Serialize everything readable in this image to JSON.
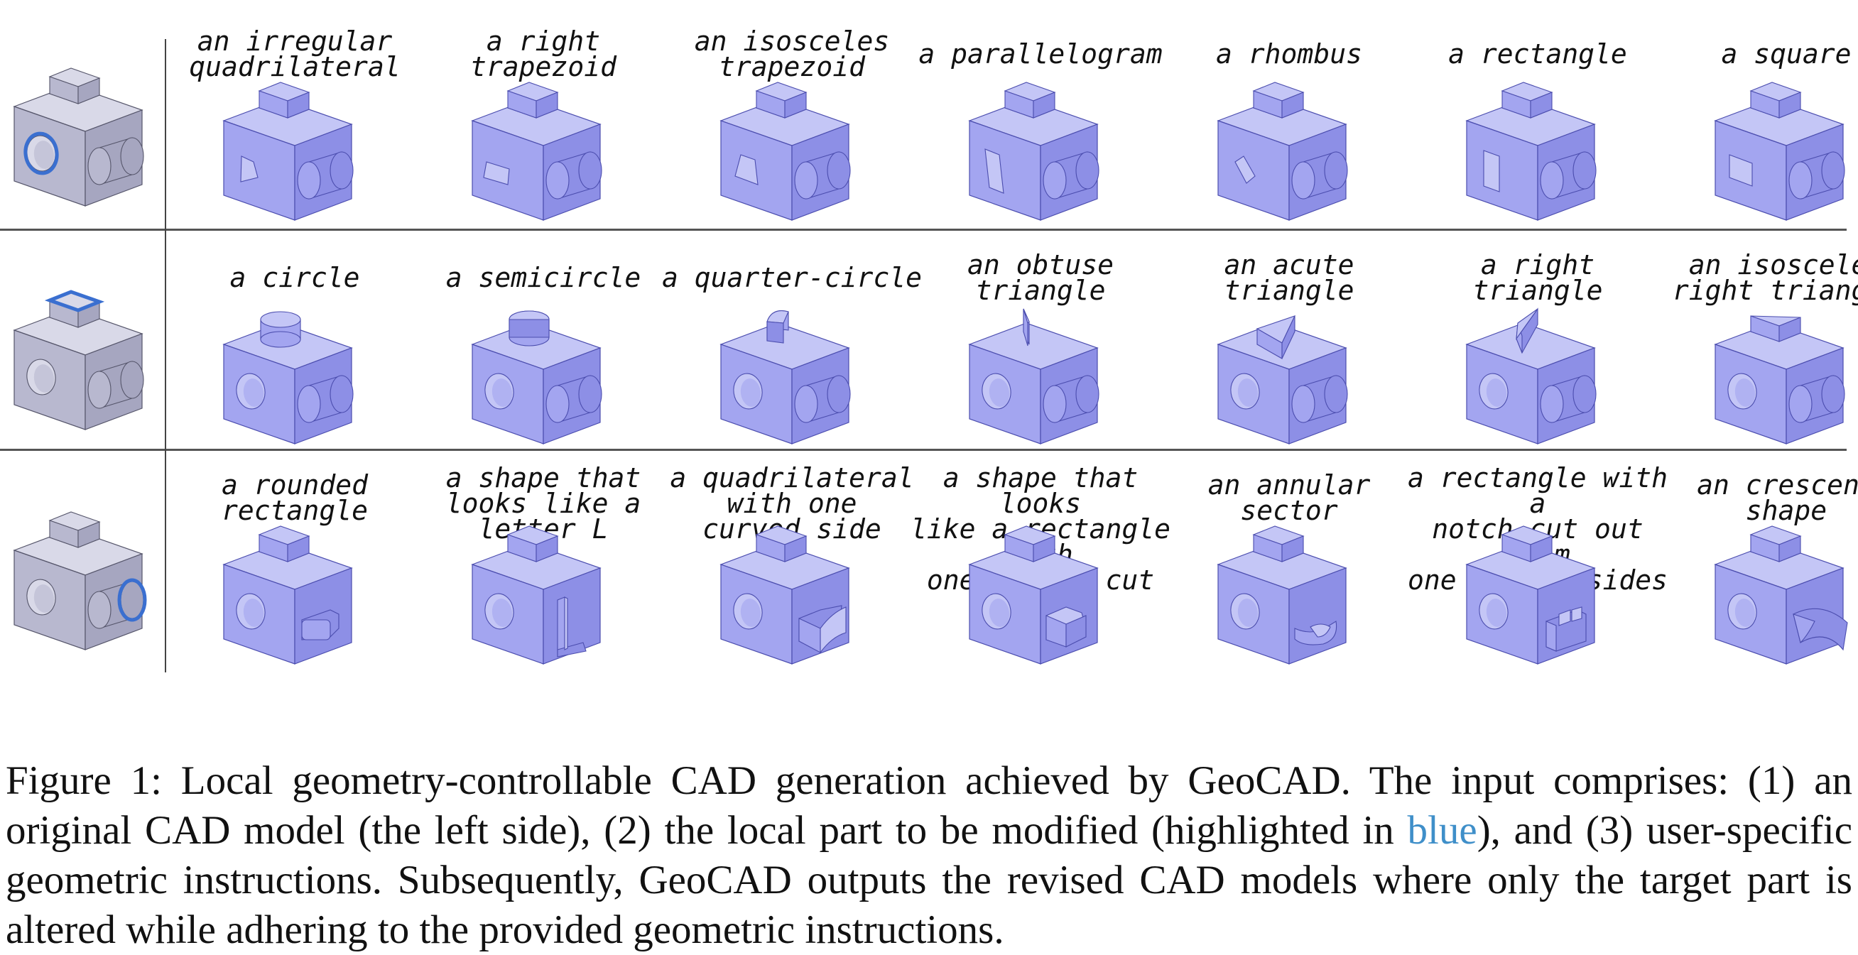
{
  "figure": {
    "rows": [
      {
        "highlight": "left-face-circle",
        "cells": [
          {
            "label": "an irregular\nquadrilateral",
            "mod": "irregular-quad"
          },
          {
            "label": "a right\ntrapezoid",
            "mod": "right-trapezoid"
          },
          {
            "label": "an isosceles\ntrapezoid",
            "mod": "isosceles-trapezoid"
          },
          {
            "label": "a parallelogram",
            "mod": "parallelogram"
          },
          {
            "label": "a rhombus",
            "mod": "rhombus"
          },
          {
            "label": "a rectangle",
            "mod": "rectangle"
          },
          {
            "label": "a square",
            "mod": "square"
          }
        ]
      },
      {
        "highlight": "top-boss",
        "cells": [
          {
            "label": "a circle",
            "mod": "circle"
          },
          {
            "label": "a semicircle",
            "mod": "semicircle"
          },
          {
            "label": "a quarter-circle",
            "mod": "quarter-circle"
          },
          {
            "label": "an obtuse\ntriangle",
            "mod": "obtuse-triangle"
          },
          {
            "label": "an acute\ntriangle",
            "mod": "acute-triangle"
          },
          {
            "label": "a right\ntriangle",
            "mod": "right-triangle"
          },
          {
            "label": "an isosceles\nright triangle",
            "mod": "isosceles-right-triangle"
          }
        ]
      },
      {
        "highlight": "cylinder",
        "cells": [
          {
            "label": "a rounded\nrectangle",
            "mod": "rounded-rectangle"
          },
          {
            "label": "a shape that\nlooks like a\nletter L",
            "mod": "letter-l"
          },
          {
            "label": "a quadrilateral\nwith one\ncurved side",
            "mod": "curved-quad"
          },
          {
            "label": "a shape that looks\nlike a rectangle with\none corner cut off",
            "mod": "corner-cut"
          },
          {
            "label": "an annular\nsector",
            "mod": "annular-sector"
          },
          {
            "label": "a rectangle with a\nnotch cut out from\none of its sides",
            "mod": "notch"
          },
          {
            "label": "an crescent\nshape",
            "mod": "crescent"
          }
        ]
      }
    ]
  },
  "caption": {
    "part1": "Figure 1: Local geometry-controllable CAD generation achieved by GeoCAD. The input comprises: (1) an original CAD model (the left side), (2) the local part to be modified (highlighted in ",
    "highlight_word": "blue",
    "part2": "), and (3) user-specific geometric instructions. Subsequently, GeoCAD outputs the revised CAD models where only the target part is altered while adhering to the provided geometric instructions."
  },
  "colors": {
    "blue_face_top": "#c4c6f6",
    "blue_face_left": "#a3a5f0",
    "blue_face_right": "#8d8fe6",
    "gray_face_top": "#d9d9e8",
    "gray_face_left": "#b8b8cf",
    "gray_face_right": "#a6a6c0",
    "highlight": "#3a6fd0",
    "caption_blue": "#3f8fc9"
  }
}
